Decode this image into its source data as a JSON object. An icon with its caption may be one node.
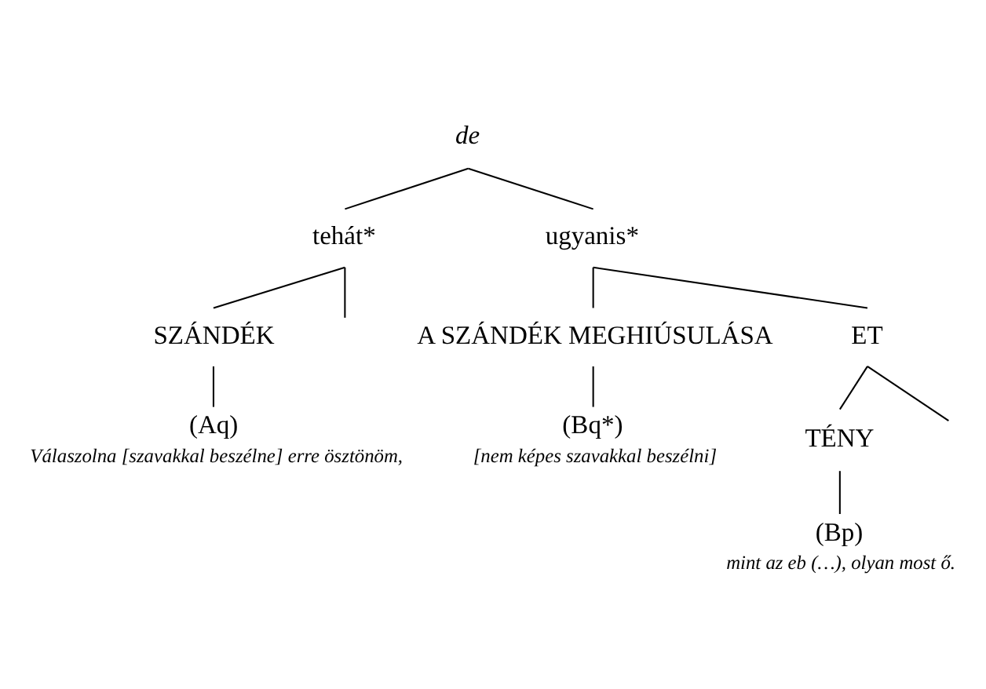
{
  "diagram": {
    "nodes": [
      {
        "text": [
          "de"
        ]
      },
      {
        "text": [
          "tehát*"
        ]
      },
      {
        "text": [
          "ugyanis*"
        ]
      },
      {
        "text": [
          "SZÁNDÉK"
        ]
      },
      {
        "text": [
          "A SZÁNDÉK MEGHIÚSULÁSA"
        ]
      },
      {
        "text": [
          "ET"
        ]
      },
      {
        "text": [
          "TÉNY"
        ]
      },
      {
        "text": [
          "(Aq)"
        ],
        "beside": [
          "Válaszolna [szavakkal beszélne] erre ösztönöm,"
        ]
      },
      {
        "text": [
          "(Bq*)"
        ],
        "beside": [
          "[nem képes szavakkal beszélni]"
        ]
      },
      {
        "text": [
          "(Bp)"
        ],
        "beside": [
          "mint az eb (…), olyan most ő."
        ]
      }
    ],
    "edges": [
      {
        "from": 0,
        "to": 1,
        "arrow": "none"
      },
      {
        "from": 0,
        "to": 2,
        "arrow": "none"
      },
      {
        "from": 1,
        "to": null,
        "arrow": "none"
      },
      {
        "from": 1,
        "to": 3,
        "arrow": "none"
      },
      {
        "from": 2,
        "to": 4,
        "arrow": "none"
      },
      {
        "from": 2,
        "to": 5,
        "arrow": "none"
      },
      {
        "from": 5,
        "to": 6,
        "arrow": "none"
      },
      {
        "from": 5,
        "to": null,
        "arrow": "none"
      },
      {
        "from": 3,
        "to": 7,
        "arrow": "none"
      },
      {
        "from": 4,
        "to": 8,
        "arrow": "none"
      },
      {
        "from": 6,
        "to": 9,
        "arrow": "none"
      }
    ]
  }
}
